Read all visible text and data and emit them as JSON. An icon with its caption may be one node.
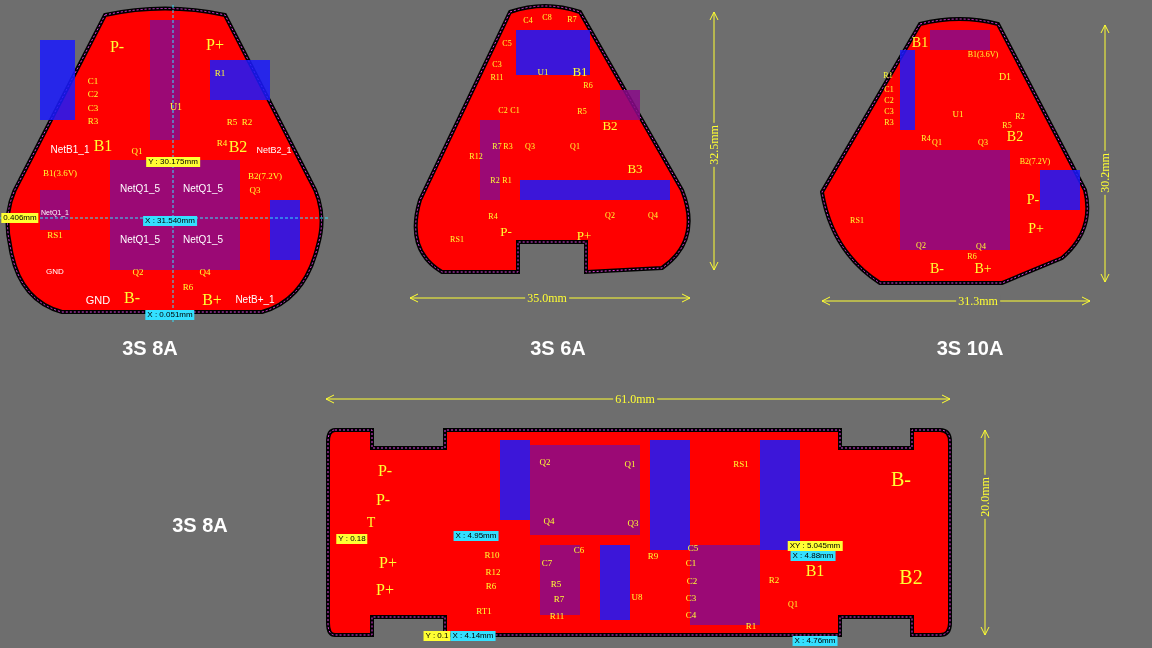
{
  "diagram": {
    "labels": [
      "P-",
      "P+",
      "C1",
      "C2",
      "C3",
      "R3",
      "U1",
      "R1",
      "R5",
      "R2",
      "R4",
      "NetB1_1",
      "B1",
      "Q1",
      "B2",
      "NetB2_1",
      "B1(3.6V)",
      "B2(7.2V)",
      "Y : 30.175mm",
      "NetQ1_5",
      "NetQ1_5",
      "NetQ1_5",
      "NetQ1_5",
      "Q3",
      "0.406mm",
      "X : 31.540mm",
      "NetQ1_1",
      "RS1",
      "GND",
      "Q2",
      "Q4",
      "R6",
      "GND",
      "B-",
      "B+",
      "NetB+_1",
      "X : 0.051mm",
      "3S 8A",
      "C4",
      "C8",
      "R7",
      "C5",
      "C3",
      "R11",
      "U1",
      "B1",
      "R6",
      "C2",
      "C1",
      "R5",
      "B2",
      "R12",
      "R7",
      "R3",
      "Q3",
      "Q1",
      "B3",
      "R2",
      "R1",
      "R4",
      "P-",
      "Q2",
      "Q4",
      "RS1",
      "P+",
      "32.5mm",
      "35.0mm",
      "3S 6A",
      "B1",
      "B1(3.6V)",
      "R1",
      "D1",
      "C1",
      "C2",
      "C3",
      "R3",
      "U1",
      "R2",
      "R5",
      "R4",
      "Q1",
      "Q3",
      "B2",
      "B2(7.2V)",
      "RS1",
      "P-",
      "P+",
      "Q2",
      "Q4",
      "R6",
      "B-",
      "B+",
      "30.2mm",
      "31.3mm",
      "3S 10A",
      "61.0mm",
      "P-",
      "P-",
      "T",
      "P+",
      "P+",
      "Q2",
      "Q1",
      "RS1",
      "Q4",
      "Q3",
      "Y : 0.18",
      "X : 4.95mm",
      "R10",
      "C6",
      "R9",
      "C5",
      "C7",
      "C1",
      "C2",
      "C3",
      "C4",
      "R12",
      "R6",
      "R5",
      "R7",
      "R11",
      "RT1",
      "U8",
      "XY : 5.045mm",
      "X : 4.88mm",
      "B1",
      "R2",
      "R1",
      "Q1",
      "B-",
      "B2",
      "20.0mm",
      "Y : 0.1",
      "X : 4.14mm",
      "X : 4.76mm",
      "3S 8A"
    ]
  }
}
